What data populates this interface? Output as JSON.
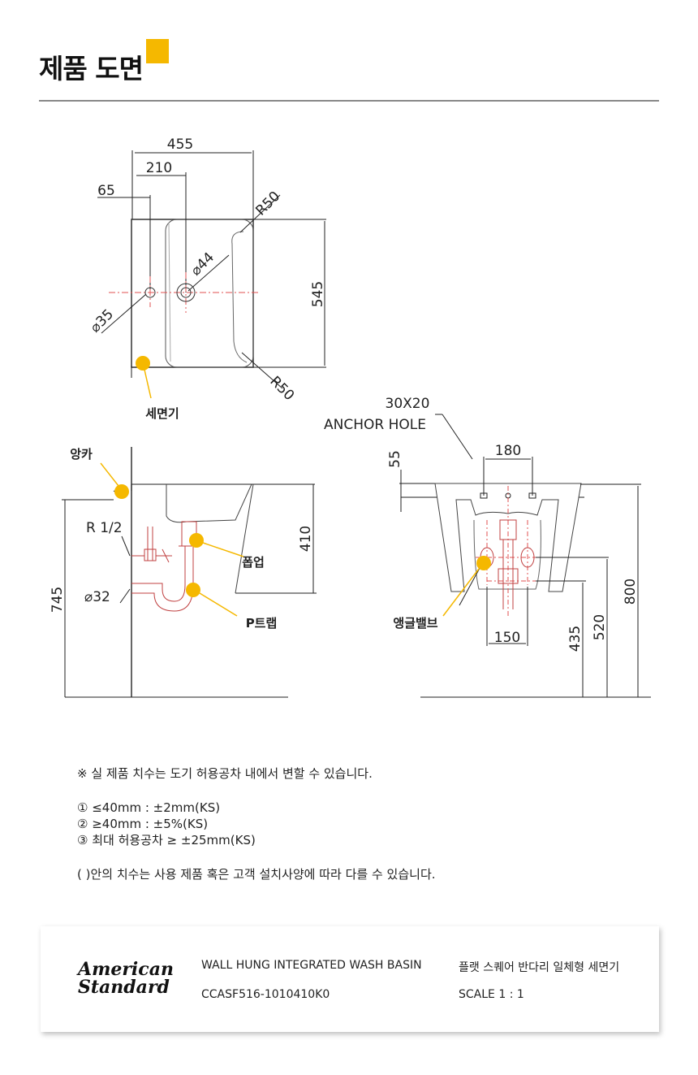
{
  "header": {
    "title": "제품 도면"
  },
  "drawing": {
    "top_view": {
      "width": "455",
      "offset_a": "210",
      "offset_b": "65",
      "radius_top": "R50",
      "radius_bottom": "R50",
      "hole_large": "⌀44",
      "hole_small": "⌀35",
      "depth": "545",
      "basin_label": "세면기"
    },
    "side_view": {
      "anchor_label": "앙카",
      "thread": "R 1/2",
      "pipe_dia": "⌀32",
      "height_basin": "410",
      "total_height": "745",
      "popup_label": "폽업",
      "ptrap_label": "P트랩"
    },
    "front_view": {
      "anchor_hole_line1": "30X20",
      "anchor_hole_line2": "ANCHOR HOLE",
      "top_offset": "55",
      "hole_spacing": "180",
      "valve_spacing": "150",
      "h1": "435",
      "h2": "520",
      "h3": "800",
      "valve_label": "앵글밸브"
    }
  },
  "notes": {
    "line1": "※ 실 제품 치수는 도기 허용공차 내에서 변할 수 있습니다.",
    "line2": "① ≤40mm : ±2mm(KS)",
    "line3": "② ≥40mm : ±5%(KS)",
    "line4": "③ 최대 허용공차 ≥ ±25mm(KS)",
    "line5": "( )안의 치수는 사용 제품 혹은 고객 설치사양에 따라 다를 수 있습니다."
  },
  "footer": {
    "logo_line1": "American",
    "logo_line2": "Standard",
    "product_en": "WALL HUNG INTEGRATED WASH BASIN",
    "product_code": "CCASF516-1010410K0",
    "product_ko": "플랫 스퀘어 반다리 일체형 세면기",
    "scale": "SCALE 1 : 1"
  },
  "colors": {
    "accent": "#f5b800",
    "centerline": "#e05050",
    "pipe": "#c04040"
  }
}
